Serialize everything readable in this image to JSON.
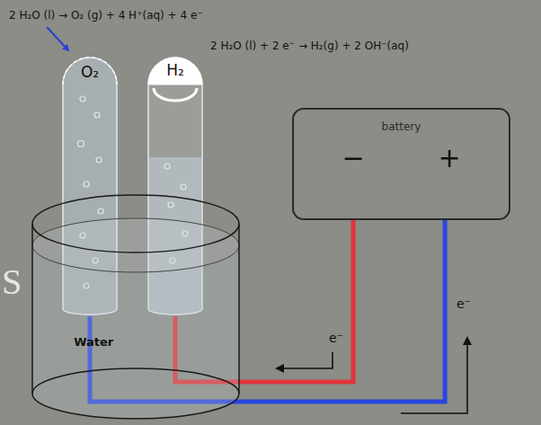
{
  "diagram": {
    "nodes": [
      {
        "text": [
          "O₂"
        ]
      },
      {
        "text": [
          "H₂"
        ]
      },
      {
        "text": [
          "battery",
          "−",
          "+"
        ]
      },
      {
        "text": [
          "Water"
        ]
      }
    ],
    "edges": [
      {
        "from": 2,
        "to": 1,
        "arrow": "none"
      },
      {
        "from": 2,
        "to": 0,
        "arrow": "none"
      }
    ],
    "labels": [
      "2 H₂O (l) → O₂ (g) + 4 H⁺(aq) + 4 e⁻",
      "2 H₂O (l) + 2 e⁻ → H₂(g) + 2 OH⁻(aq)",
      "e⁻",
      "e⁻",
      "S"
    ]
  }
}
